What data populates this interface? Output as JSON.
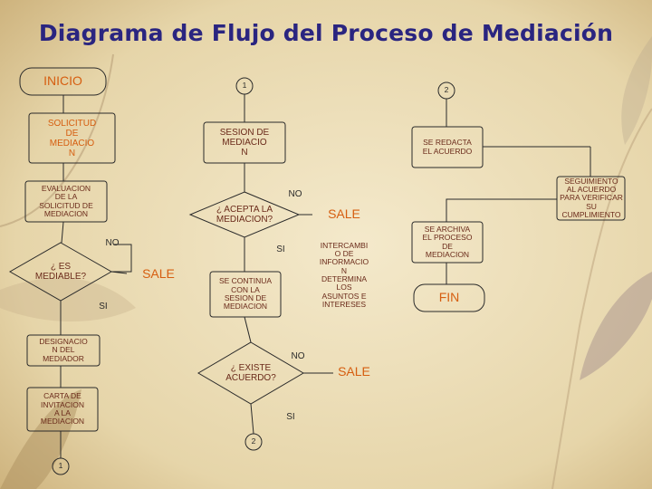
{
  "title": "Diagrama de Flujo del Proceso de Mediación",
  "nodes": {
    "inicio": "INICIO",
    "solicitud": "SOLICITUD\nDE\nMEDIACIO\nN",
    "evaluacion": "EVALUACION\nDE LA\nSOLICITUD DE\nMEDIACION",
    "es_mediable": "¿ ES\nMEDIABLE?",
    "sale_1": "SALE",
    "designacion": "DESIGNACIO\nN DEL\nMEDIADOR",
    "carta": "CARTA DE\nINVITACION\nA LA\nMEDIACION",
    "connector_1_bottom": "1",
    "connector_1_top": "1",
    "sesion": "SESION DE\nMEDIACIO\nN",
    "acepta": "¿ ACEPTA LA\nMEDIACION?",
    "sale_2": "SALE",
    "continua": "SE CONTINUA\nCON LA\nSESION DE\nMEDIACION",
    "intercambio": "INTERCAMBI\nO DE\nINFORMACIO\nN\nDETERMINA\nLOS\nASUNTOS E\nINTERESES",
    "existe": "¿ EXISTE\nACUERDO?",
    "sale_3": "SALE",
    "connector_2_bottom": "2",
    "connector_2_top": "2",
    "redacta": "SE REDACTA\nEL ACUERDO",
    "seguimiento": "SEGUIMIENTO\nAL ACUERDO\nPARA VERIFICAR\nSU\nCUMPLIMIENTO",
    "archiva": "SE ARCHIVA\nEL PROCESO\nDE\nMEDIACION",
    "fin": "FIN"
  },
  "labels": {
    "no_mediable": "NO",
    "si_mediable": "SI",
    "no_acepta": "NO",
    "si_acepta": "SI",
    "no_acuerdo": "NO",
    "si_acuerdo": "SI"
  },
  "colors": {
    "title": "#2a2580",
    "shape_text": "#6a2a1a",
    "sale_text": "#d65e10",
    "line": "#2a2a2a",
    "paper": "#e8d9b2"
  }
}
